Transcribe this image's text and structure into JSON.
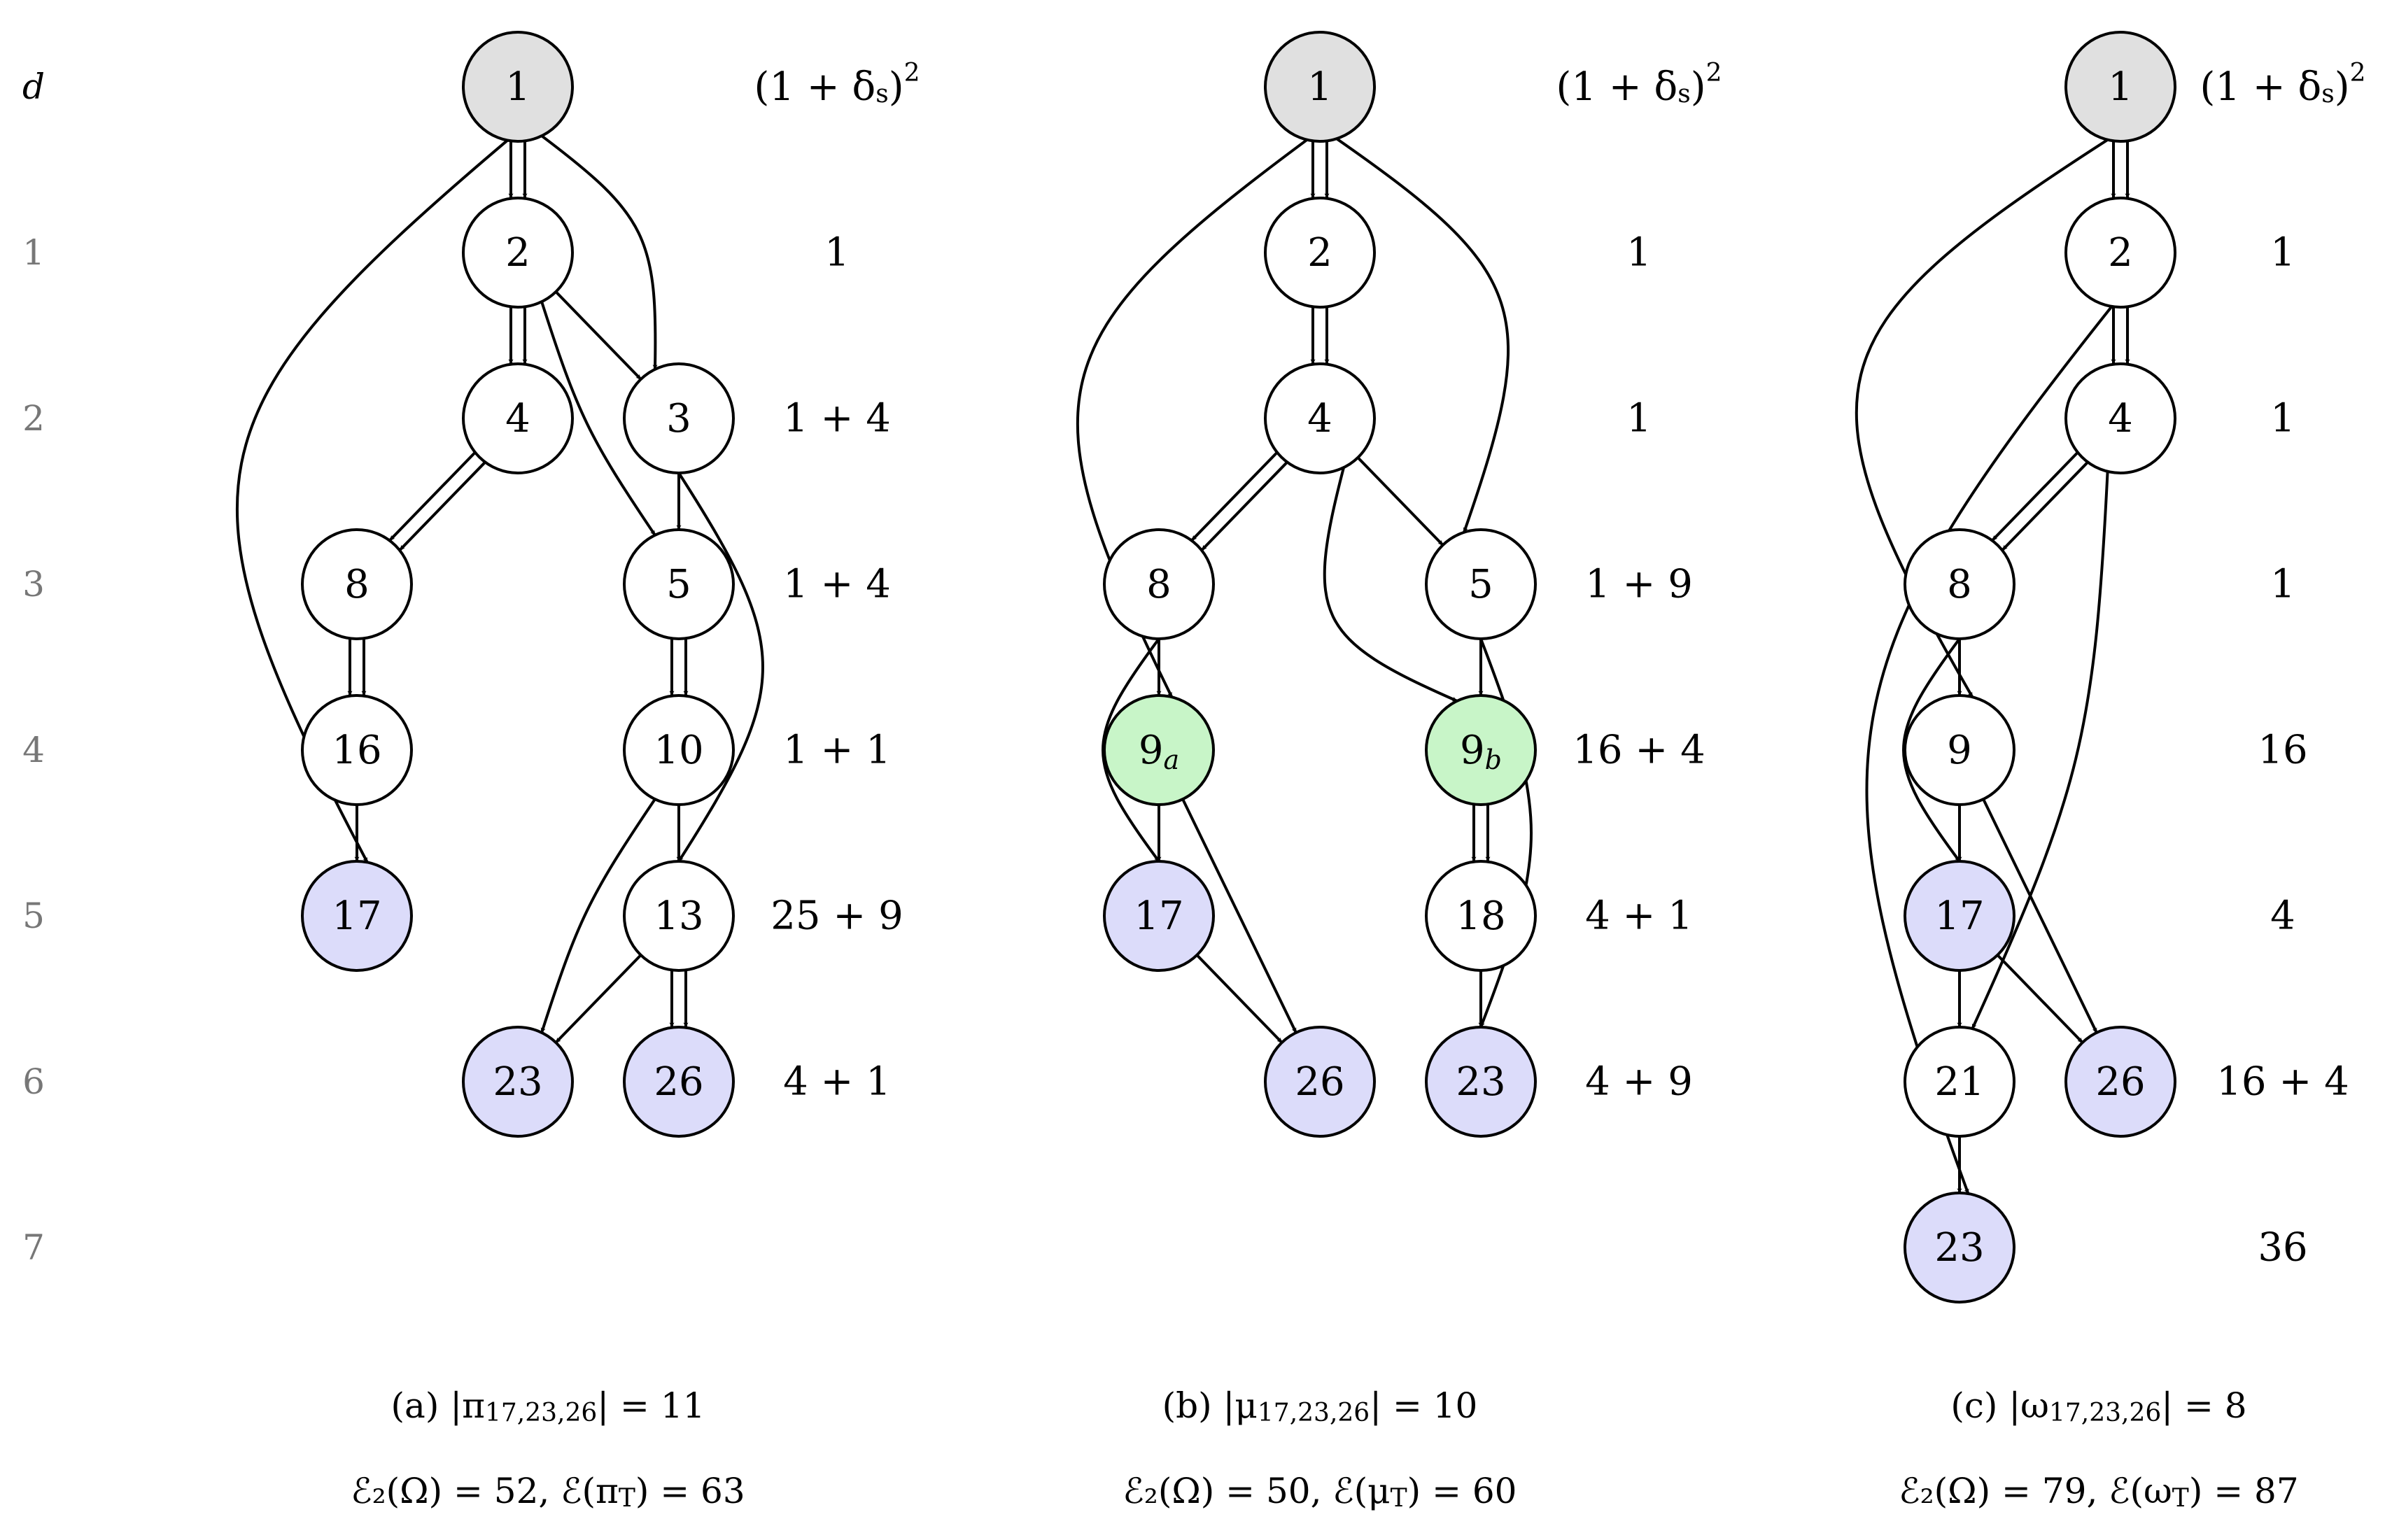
{
  "depth_header": "d",
  "depth_labels": [
    "1",
    "2",
    "3",
    "4",
    "5",
    "6",
    "7"
  ],
  "colors": {
    "root_fill": "#e0e0e0",
    "terminal_fill": "#dcdcfa",
    "split_fill": "#c8f5c8",
    "split_stroke": "#22bb22",
    "plain_fill": "#ffffff"
  },
  "panels": [
    {
      "id": "a",
      "cost_header": "(1 + δ_s)^2",
      "costs": [
        "1",
        "1 + 4",
        "1 + 4",
        "1 + 1",
        "25 + 9",
        "4 + 1"
      ],
      "caption_line1": "(a) |π_{17,23,26}| = 11",
      "caption_line2": "ℰ₂(Ω) = 52, ℰ(π_T) = 63",
      "nodes": [
        {
          "id": "1",
          "label": "1",
          "col": 0.5,
          "row": 0,
          "type": "root"
        },
        {
          "id": "2",
          "label": "2",
          "col": 0.5,
          "row": 1,
          "type": "plain"
        },
        {
          "id": "4",
          "label": "4",
          "col": 0.5,
          "row": 2,
          "type": "plain"
        },
        {
          "id": "3",
          "label": "3",
          "col": 1.5,
          "row": 2,
          "type": "plain"
        },
        {
          "id": "8",
          "label": "8",
          "col": -0.5,
          "row": 3,
          "type": "plain"
        },
        {
          "id": "5",
          "label": "5",
          "col": 1.5,
          "row": 3,
          "type": "plain"
        },
        {
          "id": "16",
          "label": "16",
          "col": -0.5,
          "row": 4,
          "type": "plain"
        },
        {
          "id": "10",
          "label": "10",
          "col": 1.5,
          "row": 4,
          "type": "plain"
        },
        {
          "id": "17",
          "label": "17",
          "col": -0.5,
          "row": 5,
          "type": "terminal"
        },
        {
          "id": "13",
          "label": "13",
          "col": 1.5,
          "row": 5,
          "type": "plain"
        },
        {
          "id": "23",
          "label": "23",
          "col": 0.5,
          "row": 6,
          "type": "terminal"
        },
        {
          "id": "26",
          "label": "26",
          "col": 1.5,
          "row": 6,
          "type": "terminal"
        }
      ],
      "edges": [
        {
          "from": "1",
          "to": "2",
          "double": true
        },
        {
          "from": "1",
          "to": "3",
          "bend": -0.18
        },
        {
          "from": "1",
          "to": "17",
          "bend": 0.35
        },
        {
          "from": "2",
          "to": "4",
          "double": true
        },
        {
          "from": "2",
          "to": "3"
        },
        {
          "from": "2",
          "to": "5",
          "bend": 0.05
        },
        {
          "from": "3",
          "to": "5"
        },
        {
          "from": "3",
          "to": "13",
          "bend": -0.25
        },
        {
          "from": "4",
          "to": "8",
          "double": true
        },
        {
          "from": "8",
          "to": "16",
          "double": true
        },
        {
          "from": "16",
          "to": "17"
        },
        {
          "from": "5",
          "to": "10",
          "double": true
        },
        {
          "from": "10",
          "to": "13"
        },
        {
          "from": "10",
          "to": "23",
          "bend": 0.05
        },
        {
          "from": "13",
          "to": "23"
        },
        {
          "from": "13",
          "to": "26",
          "double": true
        }
      ]
    },
    {
      "id": "b",
      "cost_header": "(1 + δ_s)^2",
      "costs": [
        "1",
        "1",
        "1 + 9",
        "16 + 4",
        "4 + 1",
        "4 + 9"
      ],
      "caption_line1": "(b) |μ_{17,23,26}| = 10",
      "caption_line2": "ℰ₂(Ω) = 50, ℰ(μ_T) = 60",
      "nodes": [
        {
          "id": "1",
          "label": "1",
          "col": 0.5,
          "row": 0,
          "type": "root"
        },
        {
          "id": "2",
          "label": "2",
          "col": 0.5,
          "row": 1,
          "type": "plain"
        },
        {
          "id": "4",
          "label": "4",
          "col": 0.5,
          "row": 2,
          "type": "plain"
        },
        {
          "id": "8",
          "label": "8",
          "col": -0.5,
          "row": 3,
          "type": "plain"
        },
        {
          "id": "5",
          "label": "5",
          "col": 1.5,
          "row": 3,
          "type": "plain"
        },
        {
          "id": "9a",
          "label": "9",
          "sub": "a",
          "col": -0.5,
          "row": 4,
          "type": "split"
        },
        {
          "id": "9b",
          "label": "9",
          "sub": "b",
          "col": 1.5,
          "row": 4,
          "type": "split"
        },
        {
          "id": "17",
          "label": "17",
          "col": -0.5,
          "row": 5,
          "type": "terminal"
        },
        {
          "id": "18",
          "label": "18",
          "col": 1.5,
          "row": 5,
          "type": "plain"
        },
        {
          "id": "26",
          "label": "26",
          "col": 0.5,
          "row": 6,
          "type": "terminal"
        },
        {
          "id": "23",
          "label": "23",
          "col": 1.5,
          "row": 6,
          "type": "terminal"
        }
      ],
      "edges": [
        {
          "from": "1",
          "to": "2",
          "double": true
        },
        {
          "from": "1",
          "to": "9a",
          "bend": 0.35
        },
        {
          "from": "1",
          "to": "5",
          "bend": -0.3
        },
        {
          "from": "2",
          "to": "4",
          "double": true
        },
        {
          "from": "4",
          "to": "8",
          "double": true
        },
        {
          "from": "4",
          "to": "5"
        },
        {
          "from": "4",
          "to": "9b",
          "bend": 0.3
        },
        {
          "from": "8",
          "to": "9a"
        },
        {
          "from": "8",
          "to": "17",
          "bend": 0.25
        },
        {
          "from": "9a",
          "to": "17"
        },
        {
          "from": "9a",
          "to": "26"
        },
        {
          "from": "17",
          "to": "26"
        },
        {
          "from": "5",
          "to": "9b"
        },
        {
          "from": "5",
          "to": "23",
          "bend": -0.15
        },
        {
          "from": "9b",
          "to": "18",
          "double": true
        },
        {
          "from": "18",
          "to": "23"
        }
      ]
    },
    {
      "id": "c",
      "cost_header": "(1 + δ_s)^2",
      "costs": [
        "1",
        "1",
        "1",
        "16",
        "4",
        "16 + 4",
        "36"
      ],
      "caption_line1": "(c) |ω_{17,23,26}| = 8",
      "caption_line2": "ℰ₂(Ω) = 79, ℰ(ω_T) = 87",
      "nodes": [
        {
          "id": "1",
          "label": "1",
          "col": 1,
          "row": 0,
          "type": "root"
        },
        {
          "id": "2",
          "label": "2",
          "col": 1,
          "row": 1,
          "type": "plain"
        },
        {
          "id": "4",
          "label": "4",
          "col": 1,
          "row": 2,
          "type": "plain"
        },
        {
          "id": "8",
          "label": "8",
          "col": 0,
          "row": 3,
          "type": "plain"
        },
        {
          "id": "9",
          "label": "9",
          "col": 0,
          "row": 4,
          "type": "plain"
        },
        {
          "id": "17",
          "label": "17",
          "col": 0,
          "row": 5,
          "type": "terminal"
        },
        {
          "id": "21",
          "label": "21",
          "col": 0,
          "row": 6,
          "type": "plain"
        },
        {
          "id": "26",
          "label": "26",
          "col": 1,
          "row": 6,
          "type": "terminal"
        },
        {
          "id": "23",
          "label": "23",
          "col": 0,
          "row": 7,
          "type": "terminal"
        }
      ],
      "edges": [
        {
          "from": "1",
          "to": "2",
          "double": true
        },
        {
          "from": "1",
          "to": "9",
          "bend": 0.4
        },
        {
          "from": "2",
          "to": "4",
          "double": true
        },
        {
          "from": "2",
          "to": "23",
          "bend": 0.25
        },
        {
          "from": "4",
          "to": "8",
          "double": true
        },
        {
          "from": "4",
          "to": "21",
          "bend": -0.08
        },
        {
          "from": "8",
          "to": "9"
        },
        {
          "from": "8",
          "to": "17",
          "bend": 0.25
        },
        {
          "from": "9",
          "to": "17"
        },
        {
          "from": "9",
          "to": "26"
        },
        {
          "from": "17",
          "to": "21"
        },
        {
          "from": "17",
          "to": "26"
        },
        {
          "from": "21",
          "to": "23"
        }
      ]
    }
  ]
}
